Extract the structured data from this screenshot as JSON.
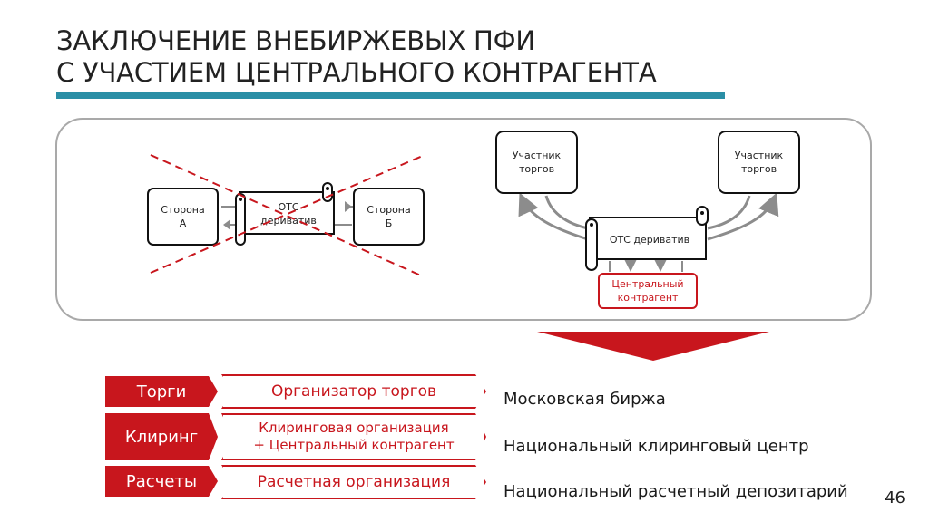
{
  "title": {
    "line1": "ЗАКЛЮЧЕНИЕ ВНЕБИРЖЕВЫХ ПФИ",
    "line2": "С УЧАСТИЕМ ЦЕНТРАЛЬНОГО КОНТРАГЕНТА"
  },
  "left_scheme": {
    "party_a": [
      "Сторона",
      "А"
    ],
    "derivative": [
      "ОТС",
      "дериватив"
    ],
    "party_b": [
      "Сторона",
      "Б"
    ]
  },
  "right_scheme": {
    "participant_left": [
      "Участник",
      "торгов"
    ],
    "participant_right": [
      "Участник",
      "торгов"
    ],
    "derivative": "ОТС дериватив",
    "ccp": [
      "Центральный",
      "контрагент"
    ]
  },
  "rows": [
    {
      "label": "Торги",
      "box": [
        "Организатор торгов"
      ],
      "entity": "Московская биржа"
    },
    {
      "label": "Клиринг",
      "box": [
        "Клиринговая организация",
        "+ Центральный контрагент"
      ],
      "entity": "Национальный клиринговый центр"
    },
    {
      "label": "Расчеты",
      "box": [
        "Расчетная организация"
      ],
      "entity": "Национальный расчетный депозитарий"
    }
  ],
  "page_number": "46",
  "colors": {
    "accent_red": "#c8161d",
    "title_bar": "#2a8fa6",
    "arrow_gray": "#8c8c8c",
    "panel_border": "#a9a9a9"
  }
}
